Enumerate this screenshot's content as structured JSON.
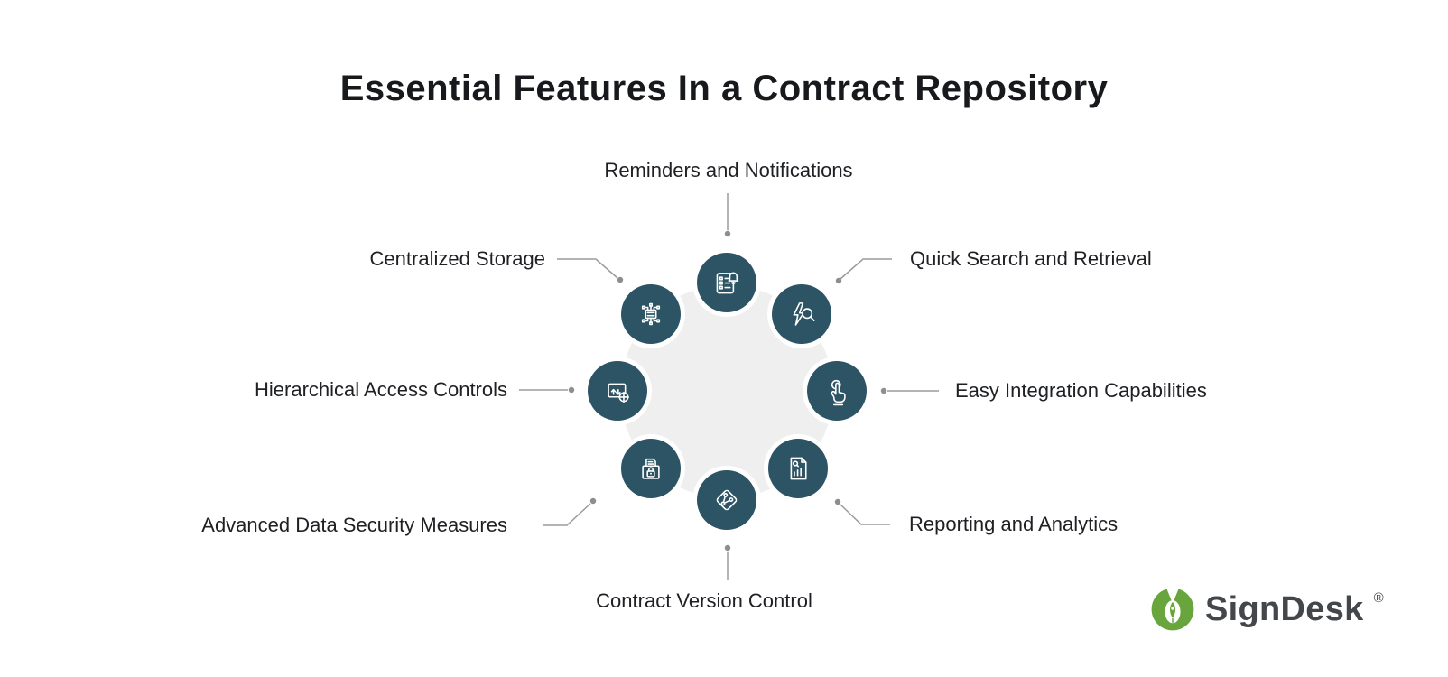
{
  "title": "Essential Features In a Contract Repository",
  "features": [
    {
      "label": "Reminders and Notifications",
      "icon": "clipboard-bell-icon",
      "position": "top"
    },
    {
      "label": "Quick Search and Retrieval",
      "icon": "lightning-magnifier-icon",
      "position": "top-right"
    },
    {
      "label": "Easy Integration Capabilities",
      "icon": "tap-gesture-icon",
      "position": "right"
    },
    {
      "label": "Reporting and Analytics",
      "icon": "document-analytics-icon",
      "position": "bottom-right"
    },
    {
      "label": "Contract Version Control",
      "icon": "version-branch-icon",
      "position": "bottom"
    },
    {
      "label": "Advanced Data Security Measures",
      "icon": "folder-lock-icon",
      "position": "bottom-left"
    },
    {
      "label": "Hierarchical Access Controls",
      "icon": "access-control-box-icon",
      "position": "left"
    },
    {
      "label": "Centralized Storage",
      "icon": "central-hub-icon",
      "position": "top-left"
    }
  ],
  "logo": {
    "text": "SignDesk",
    "registered": "®",
    "mark": "pen-in-hands-icon"
  },
  "colors": {
    "circle_fill": "#2d5464",
    "center_disc": "#efefef",
    "connector_line": "#9b9b9b",
    "connector_dot": "#8a8f92",
    "title_text": "#17191d",
    "label_text": "#1e2023",
    "logo_green": "#68a53d",
    "logo_text": "#43474b",
    "background": "#ffffff"
  }
}
